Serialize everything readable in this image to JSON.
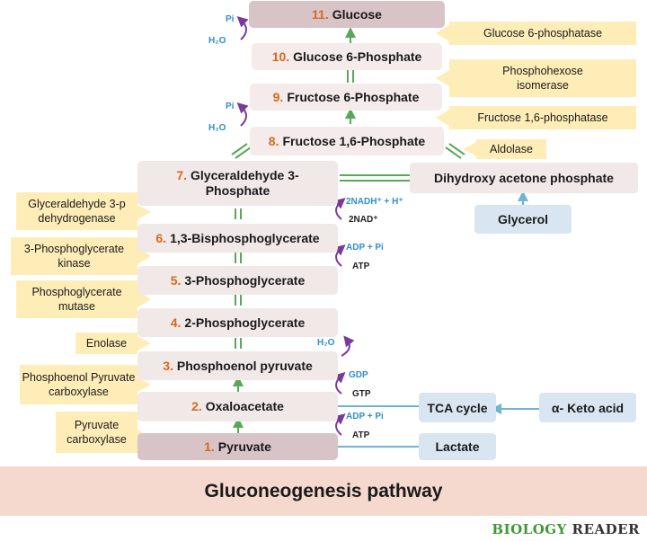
{
  "steps": [
    {
      "num": "11.",
      "name": "Glucose"
    },
    {
      "num": "10.",
      "name": "Glucose 6-Phosphate"
    },
    {
      "num": "9.",
      "name": "Fructose 6-Phosphate"
    },
    {
      "num": "8.",
      "name": "Fructose 1,6-Phosphate"
    },
    {
      "num": "7.",
      "name": "Glyceraldehyde 3-Phosphate"
    },
    {
      "num": "6.",
      "name": "1,3-Bisphosphoglycerate"
    },
    {
      "num": "5.",
      "name": "3-Phosphoglycerate"
    },
    {
      "num": "4.",
      "name": "2-Phosphoglycerate"
    },
    {
      "num": "3.",
      "name": "Phosphoenol pyruvate"
    },
    {
      "num": "2.",
      "name": "Oxaloacetate"
    },
    {
      "num": "1.",
      "name": "Pyruvate"
    }
  ],
  "enzymes": {
    "glucose_6_phosphatase": "Glucose 6-phosphatase",
    "phosphohexose_isomerase": "Phosphohexose isomerase",
    "fructose_1_6_phosphatase": "Fructose 1,6-phosphatase",
    "aldolase": "Aldolase",
    "g3p_dehydrogenase": "Glyceraldehyde 3-p dehydrogenase",
    "pg_kinase": "3-Phosphoglycerate kinase",
    "pg_mutase": "Phosphoglycerate mutase",
    "enolase": "Enolase",
    "pep_carboxylase": "Phosphoenol Pyruvate carboxylase",
    "pyruvate_carboxylase": "Pyruvate carboxylase"
  },
  "side_compounds": {
    "dhap": "Dihydroxy acetone phosphate",
    "glycerol": "Glycerol",
    "tca": "TCA cycle",
    "keto": "α- Keto acid",
    "lactate": "Lactate"
  },
  "cofactors": {
    "pi": "Pi",
    "h2o": "H₂O",
    "nadh": "2NADH⁺ + H⁺",
    "nad": "2NAD⁺",
    "adp_pi": "ADP + Pi",
    "atp": "ATP",
    "gdp": "GDP",
    "gtp": "GTP"
  },
  "footer": {
    "title": "Gluconeogenesis pathway"
  },
  "brand": {
    "part1": "BIOLOGY",
    "part2": "READER"
  },
  "colors": {
    "arrow_green": "#59a85a",
    "cofactor_arrow": "#7a3a9a",
    "connector_blue": "#6fb3d8",
    "enzyme_bg": "#ffedb8"
  }
}
